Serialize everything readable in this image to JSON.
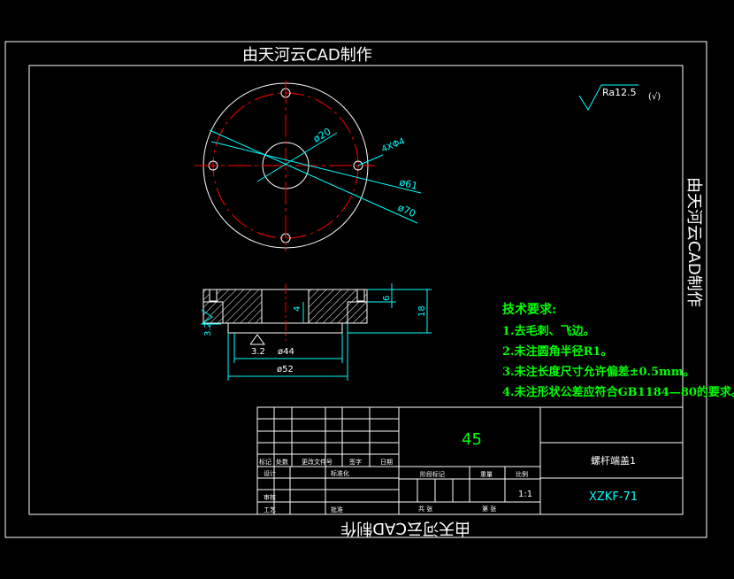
{
  "watermark_top": "由天河云CAD制作",
  "watermark_right": "由天河云CAD制作",
  "watermark_bottom": "由天河云CAD制作",
  "surface_finish": {
    "label": "Ra12.5",
    "suffix": "(√)"
  },
  "top_view": {
    "dim_inner": "ø20",
    "dim_holes": "4XΦ4",
    "dim_pcd": "ø61",
    "dim_outer": "ø70"
  },
  "section_view": {
    "dim_step": "6",
    "dim_height": "18",
    "dim_depth": "4",
    "dim_roughness_left": "3.2",
    "dim_roughness_bottom": "3.2",
    "dim_d44": "ø44",
    "dim_d52": "ø52"
  },
  "notes": {
    "heading": "技术要求:",
    "items": [
      "1.去毛刺、飞边。",
      "2.未注圆角半径R1。",
      "3.未注长度尺寸允许偏差±0.5mm。",
      "4.未注形状公差应符合GB1184—80的要求。"
    ]
  },
  "title_block": {
    "material": "45",
    "part_name": "螺杆端盖1",
    "drawing_number": "XZKF-71",
    "scale": "1:1",
    "header_labels": [
      "标记",
      "处数",
      "更改文件号",
      "签字",
      "日期"
    ],
    "row_labels": [
      "设计",
      "审核",
      "工艺"
    ],
    "standardization": "标准化",
    "approval": "批准",
    "stage_label": "阶段标记",
    "weight_label": "重量",
    "scale_label": "比例",
    "sheet_total": "共 张",
    "sheet_num": "第 张"
  }
}
